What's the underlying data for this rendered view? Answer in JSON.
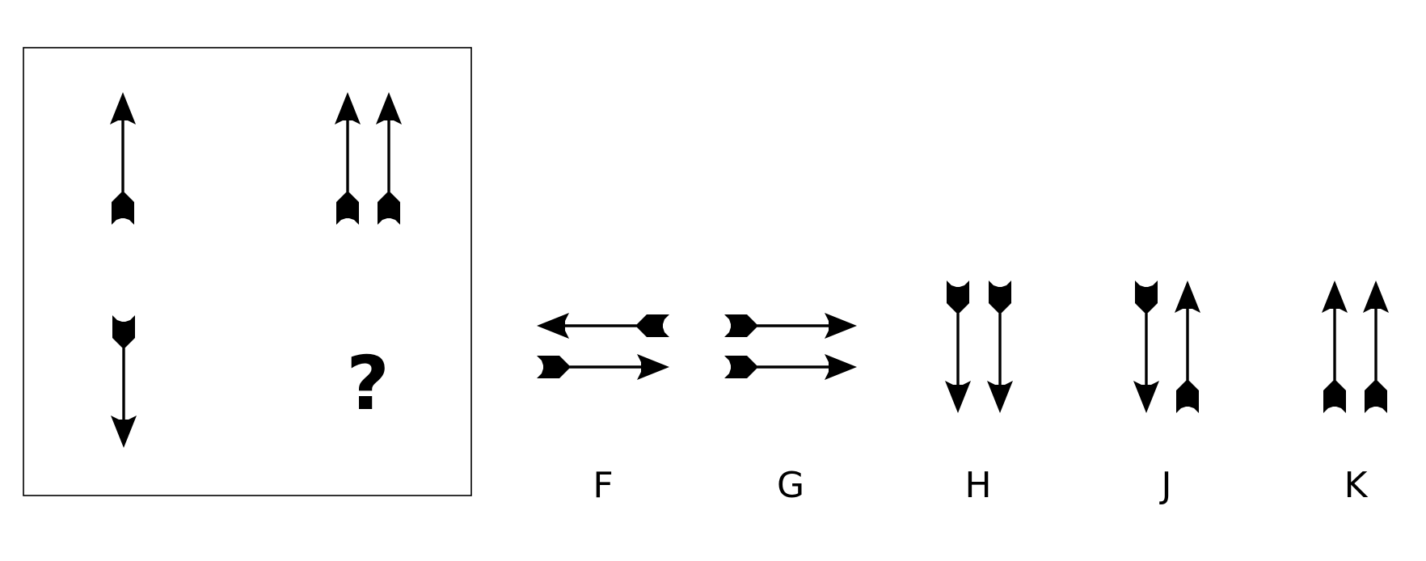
{
  "matrix": {
    "missing_cell_mark": "?",
    "cells": [
      {
        "id": "top-left",
        "arrow_count": 1,
        "orientation": "vertical",
        "directions": [
          "up"
        ]
      },
      {
        "id": "top-right",
        "arrow_count": 2,
        "orientation": "vertical",
        "directions": [
          "up",
          "up"
        ]
      },
      {
        "id": "bottom-left",
        "arrow_count": 1,
        "orientation": "vertical",
        "directions": [
          "down"
        ]
      },
      {
        "id": "bottom-right",
        "missing": true
      }
    ]
  },
  "options": [
    {
      "label": "F",
      "arrow_count": 2,
      "orientation": "horizontal",
      "directions": [
        "left",
        "right"
      ]
    },
    {
      "label": "G",
      "arrow_count": 2,
      "orientation": "horizontal",
      "directions": [
        "right",
        "right"
      ]
    },
    {
      "label": "H",
      "arrow_count": 2,
      "orientation": "vertical",
      "directions": [
        "down",
        "down"
      ]
    },
    {
      "label": "J",
      "arrow_count": 2,
      "orientation": "vertical",
      "directions": [
        "down",
        "up"
      ]
    },
    {
      "label": "K",
      "arrow_count": 2,
      "orientation": "vertical",
      "directions": [
        "up",
        "up"
      ]
    }
  ],
  "colors": {
    "stroke": "#000000",
    "background": "#ffffff"
  }
}
